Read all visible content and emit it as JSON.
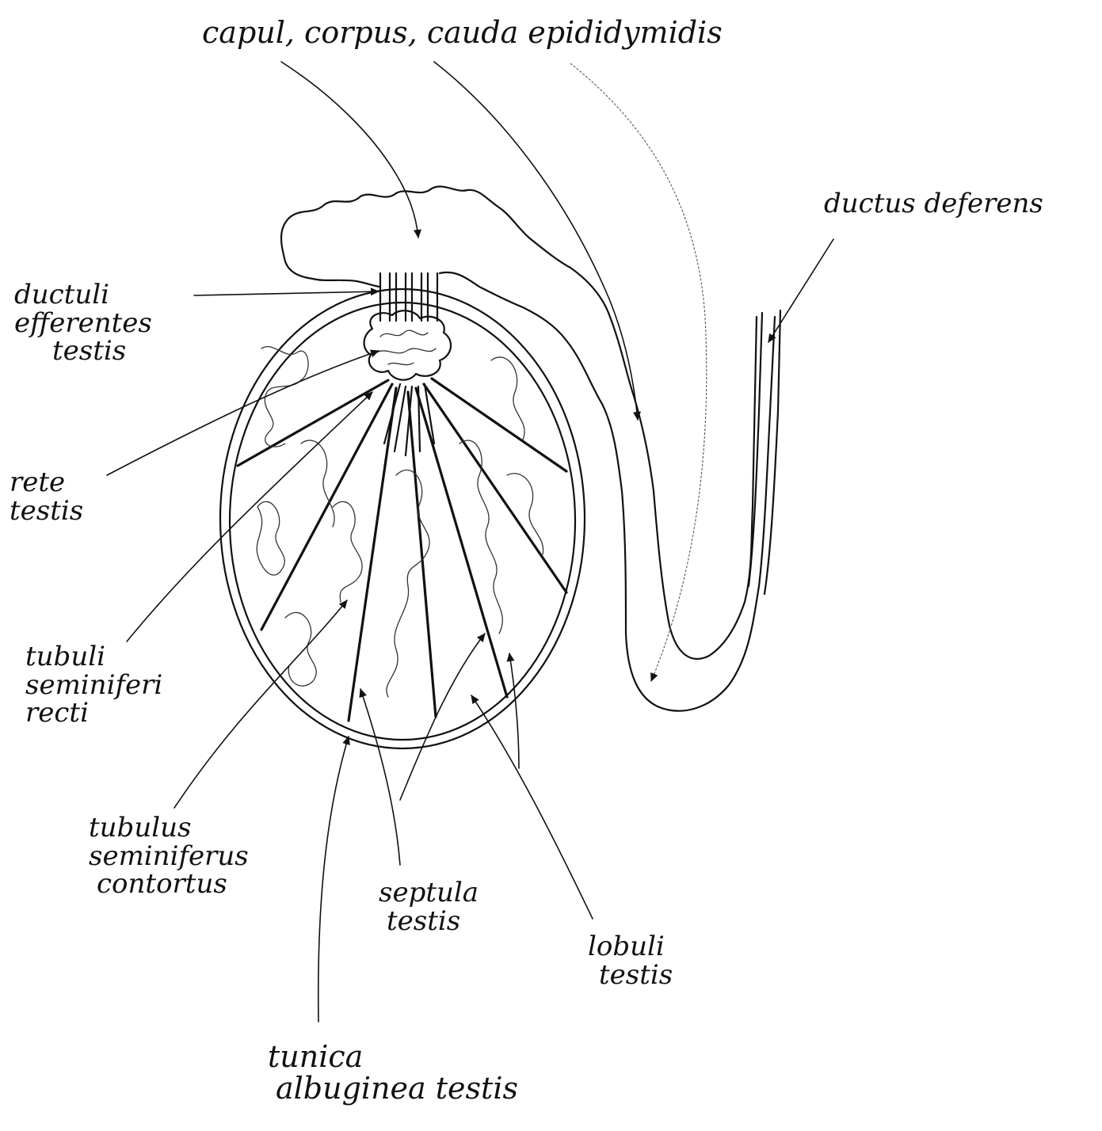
{
  "labels": {
    "epididymis": "capul, corpus, cauda epididymidis",
    "ductus_deferens": "ductus deferens",
    "ductuli_efferentes": [
      "ductuli",
      "efferentes",
      "testis"
    ],
    "rete_testis": [
      "rete",
      "testis"
    ],
    "tubuli_recti": [
      "tubuli",
      "seminiferi",
      "recti"
    ],
    "tubulus_contortus": [
      "tubulus",
      "seminiferus",
      "contortus"
    ],
    "septula_testis": [
      "septula",
      "testis"
    ],
    "lobuli_testis": [
      "lobuli",
      "testis"
    ],
    "tunica_albuginea": [
      "tunica",
      "albuginea testis"
    ]
  },
  "colors": {
    "ink": "#111111",
    "paper": "#ffffff"
  }
}
